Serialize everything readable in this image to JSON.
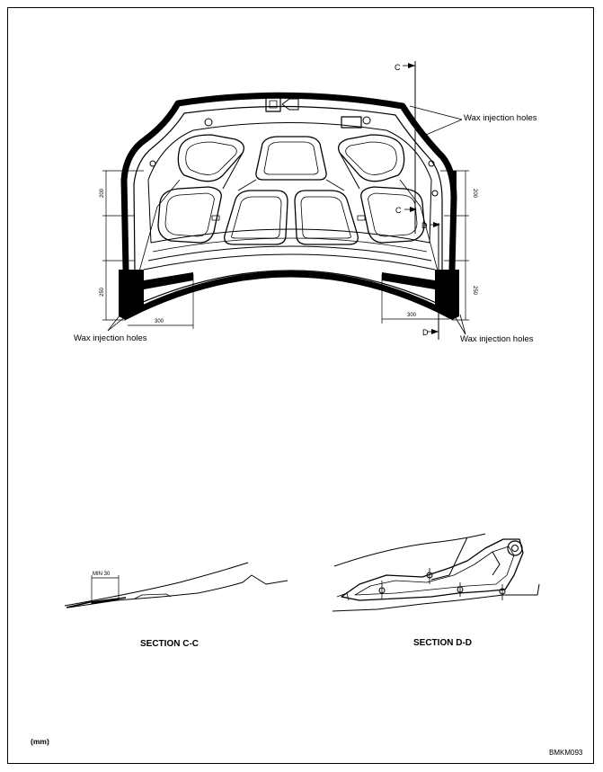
{
  "hood_view": {
    "callouts": {
      "wax_holes_top_right": "Wax injection holes",
      "wax_holes_bottom_left": "Wax injection holes",
      "wax_holes_bottom_right": "Wax injection holes"
    },
    "section_marks": {
      "c_top": "C",
      "c_mid": "C",
      "d_mid": "D",
      "d_bottom": "D"
    },
    "dimensions": {
      "left_upper": "200",
      "left_lower": "250",
      "left_horizontal": "300",
      "right_upper": "200",
      "right_lower": "250",
      "right_horizontal": "300"
    }
  },
  "section_cc": {
    "dimension": "MIN 30",
    "title": "SECTION C-C"
  },
  "section_dd": {
    "title": "SECTION D-D"
  },
  "footer": {
    "units": "(mm)",
    "figure_code": "BMKM093"
  }
}
